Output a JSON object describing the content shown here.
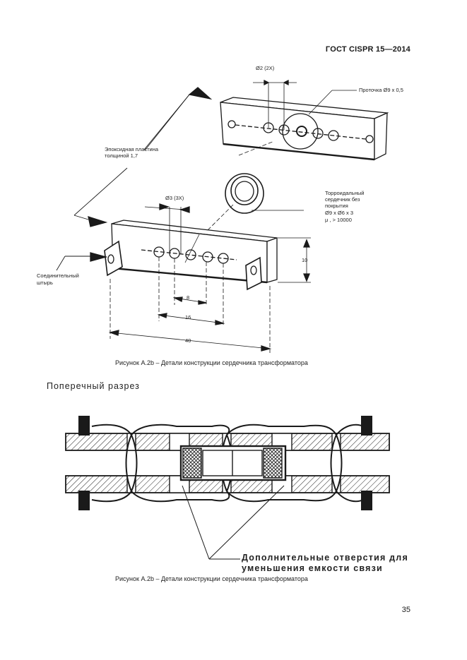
{
  "header": {
    "doc_code": "ГОСТ CISPR 15—2014"
  },
  "figure_top": {
    "labels": {
      "d2": "Ø2 (2X)",
      "groove": "Проточка Ø9 x 0,5",
      "epoxy_l1": "Эпоксидная пластина",
      "epoxy_l2": "толщиной 1,7",
      "toroid_l1": "Торроидальный",
      "toroid_l2": "сердечник без",
      "toroid_l3": "покрытия",
      "toroid_l4": "Ø9 x Ø6 x 3",
      "toroid_l5": "μ , > 10000",
      "d3": "Ø3 (3X)",
      "pin_l1": "Соединительный",
      "pin_l2": "штырь",
      "dim_10": "10",
      "dim_8": "8",
      "dim_16": "16",
      "dim_40": "40"
    },
    "caption": "Рисунок A.2b – Детали конструкции сердечника трансформатора"
  },
  "figure_bottom": {
    "section_title": "Поперечный разрез",
    "note_l1": "Дополнительные отверстия для",
    "note_l2": "уменьшения емкости связи",
    "caption": "Рисунок A.2b – Детали конструкции сердечника трансформатора"
  },
  "footer": {
    "page_number": "35"
  }
}
